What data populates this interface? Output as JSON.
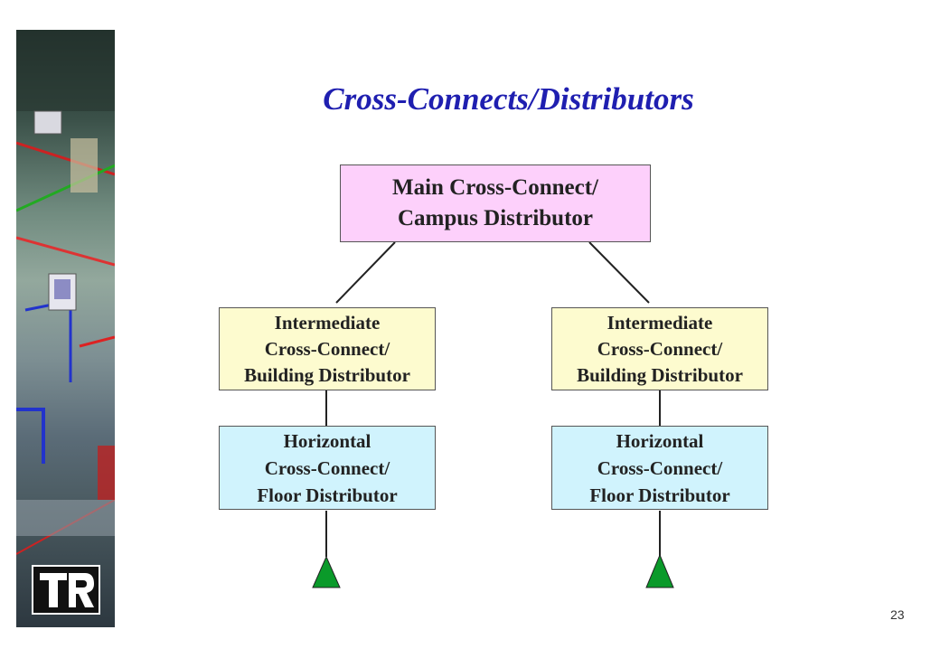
{
  "slide": {
    "title": "Cross-Connects/Distributors",
    "page_number": "23"
  },
  "diagram": {
    "main": {
      "line1": "Main Cross-Connect/",
      "line2": "Campus Distributor"
    },
    "intermediate": [
      {
        "line1": "Intermediate",
        "line2": "Cross-Connect/",
        "line3": "Building Distributor"
      },
      {
        "line1": "Intermediate",
        "line2": "Cross-Connect/",
        "line3": "Building Distributor"
      }
    ],
    "horizontal": [
      {
        "line1": "Horizontal",
        "line2": "Cross-Connect/",
        "line3": "Floor Distributor"
      },
      {
        "line1": "Horizontal",
        "line2": "Cross-Connect/",
        "line3": "Floor Distributor"
      }
    ]
  },
  "colors": {
    "title": "#1f1fb0",
    "main_box": "#fdd0fb",
    "intermediate_box": "#fdfbcf",
    "horizontal_box": "#d0f3fd",
    "terminal_triangle": "#0a9a2a"
  }
}
